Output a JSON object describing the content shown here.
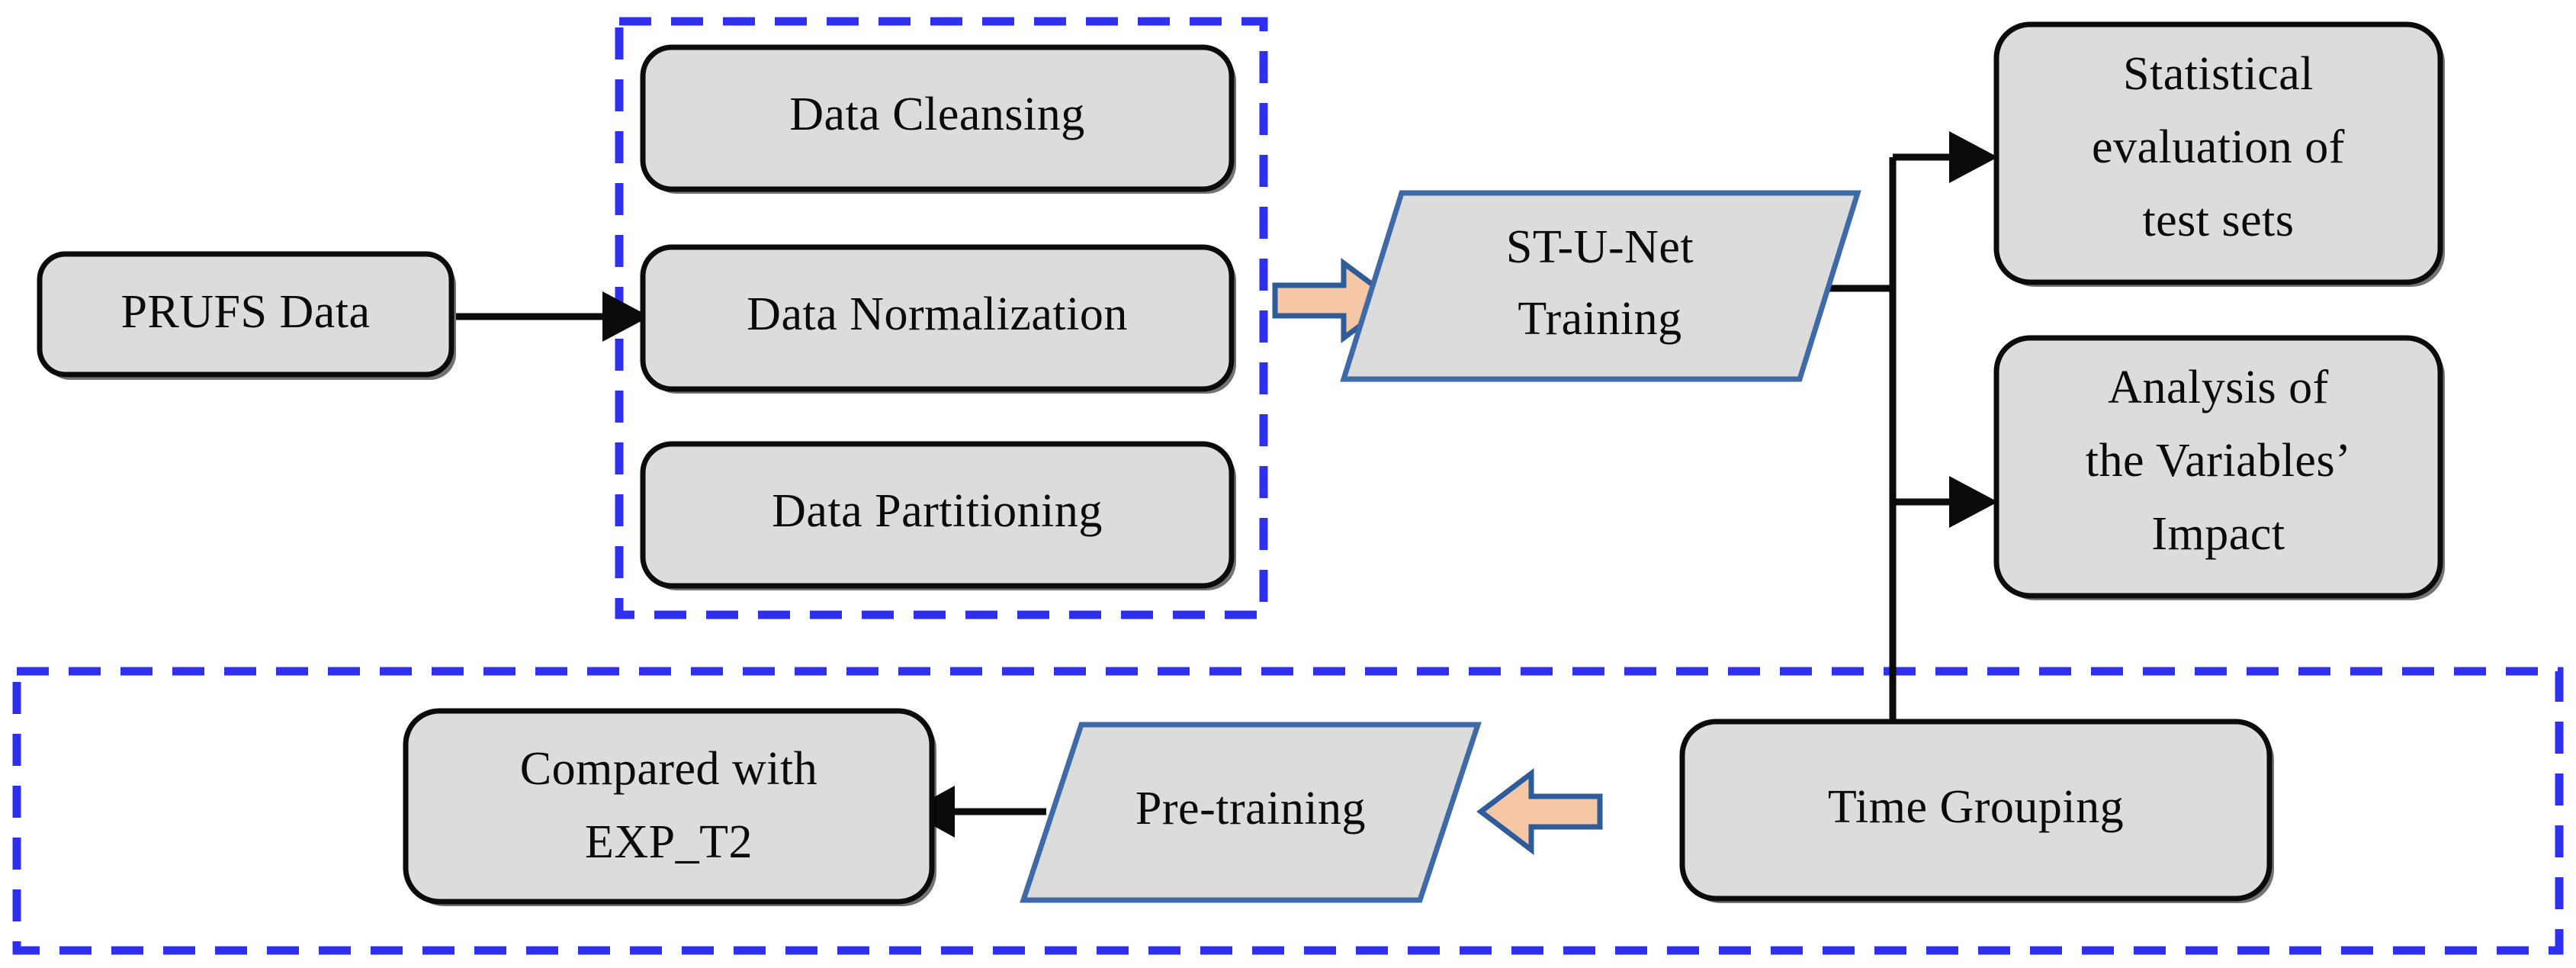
{
  "diagram": {
    "title": "ST-U-Net experimental workflow flowchart",
    "colors": {
      "node_fill": "#dcdcdc",
      "node_border": "#0b0b0b",
      "parallelogram_border": "#3f6aa8",
      "dashed_group_border": "#2f2ff0",
      "block_arrow_fill": "#f6c7a4",
      "block_arrow_border": "#2e5b9a",
      "connector": "#0b0b0b",
      "background": "#ffffff"
    },
    "nodes": {
      "prufs_data": {
        "label": "PRUFS Data",
        "shape": "rounded-rect"
      },
      "data_cleansing": {
        "label": "Data Cleansing",
        "shape": "rounded-rect"
      },
      "data_normalization": {
        "label": "Data Normalization",
        "shape": "rounded-rect"
      },
      "data_partitioning": {
        "label": "Data Partitioning",
        "shape": "rounded-rect"
      },
      "st_u_net_training": {
        "shape": "parallelogram",
        "line1": "ST-U-Net",
        "line2": "Training"
      },
      "statistical_evaluation": {
        "shape": "rounded-rect",
        "line1": "Statistical",
        "line2": "evaluation of",
        "line3": "test sets"
      },
      "variables_impact": {
        "shape": "rounded-rect",
        "line1": "Analysis of",
        "line2": "the Variables’",
        "line3": "Impact"
      },
      "time_grouping": {
        "label": "Time Grouping",
        "shape": "rounded-rect"
      },
      "pre_training": {
        "label": "Pre-training",
        "shape": "parallelogram"
      },
      "compared_with_exp_t2": {
        "shape": "rounded-rect",
        "line1": "Compared with",
        "line2": "EXP_T2"
      }
    },
    "groups": {
      "preprocessing_group": {
        "style": "blue-dashed-rectangle"
      },
      "comparison_group": {
        "style": "blue-dashed-rectangle"
      }
    },
    "connectors": {
      "prufs_to_preprocessing": {
        "type": "line-arrow",
        "direction": "right"
      },
      "preprocessing_to_training": {
        "type": "block-arrow",
        "direction": "right"
      },
      "training_to_statistical": {
        "type": "line-arrow",
        "direction": "right"
      },
      "training_to_variables": {
        "type": "line-arrow",
        "direction": "right"
      },
      "training_to_time_grouping": {
        "type": "line-arrow",
        "direction": "down"
      },
      "time_grouping_to_pretraining": {
        "type": "block-arrow",
        "direction": "left"
      },
      "pretraining_to_compared": {
        "type": "line-arrow",
        "direction": "left"
      }
    }
  }
}
